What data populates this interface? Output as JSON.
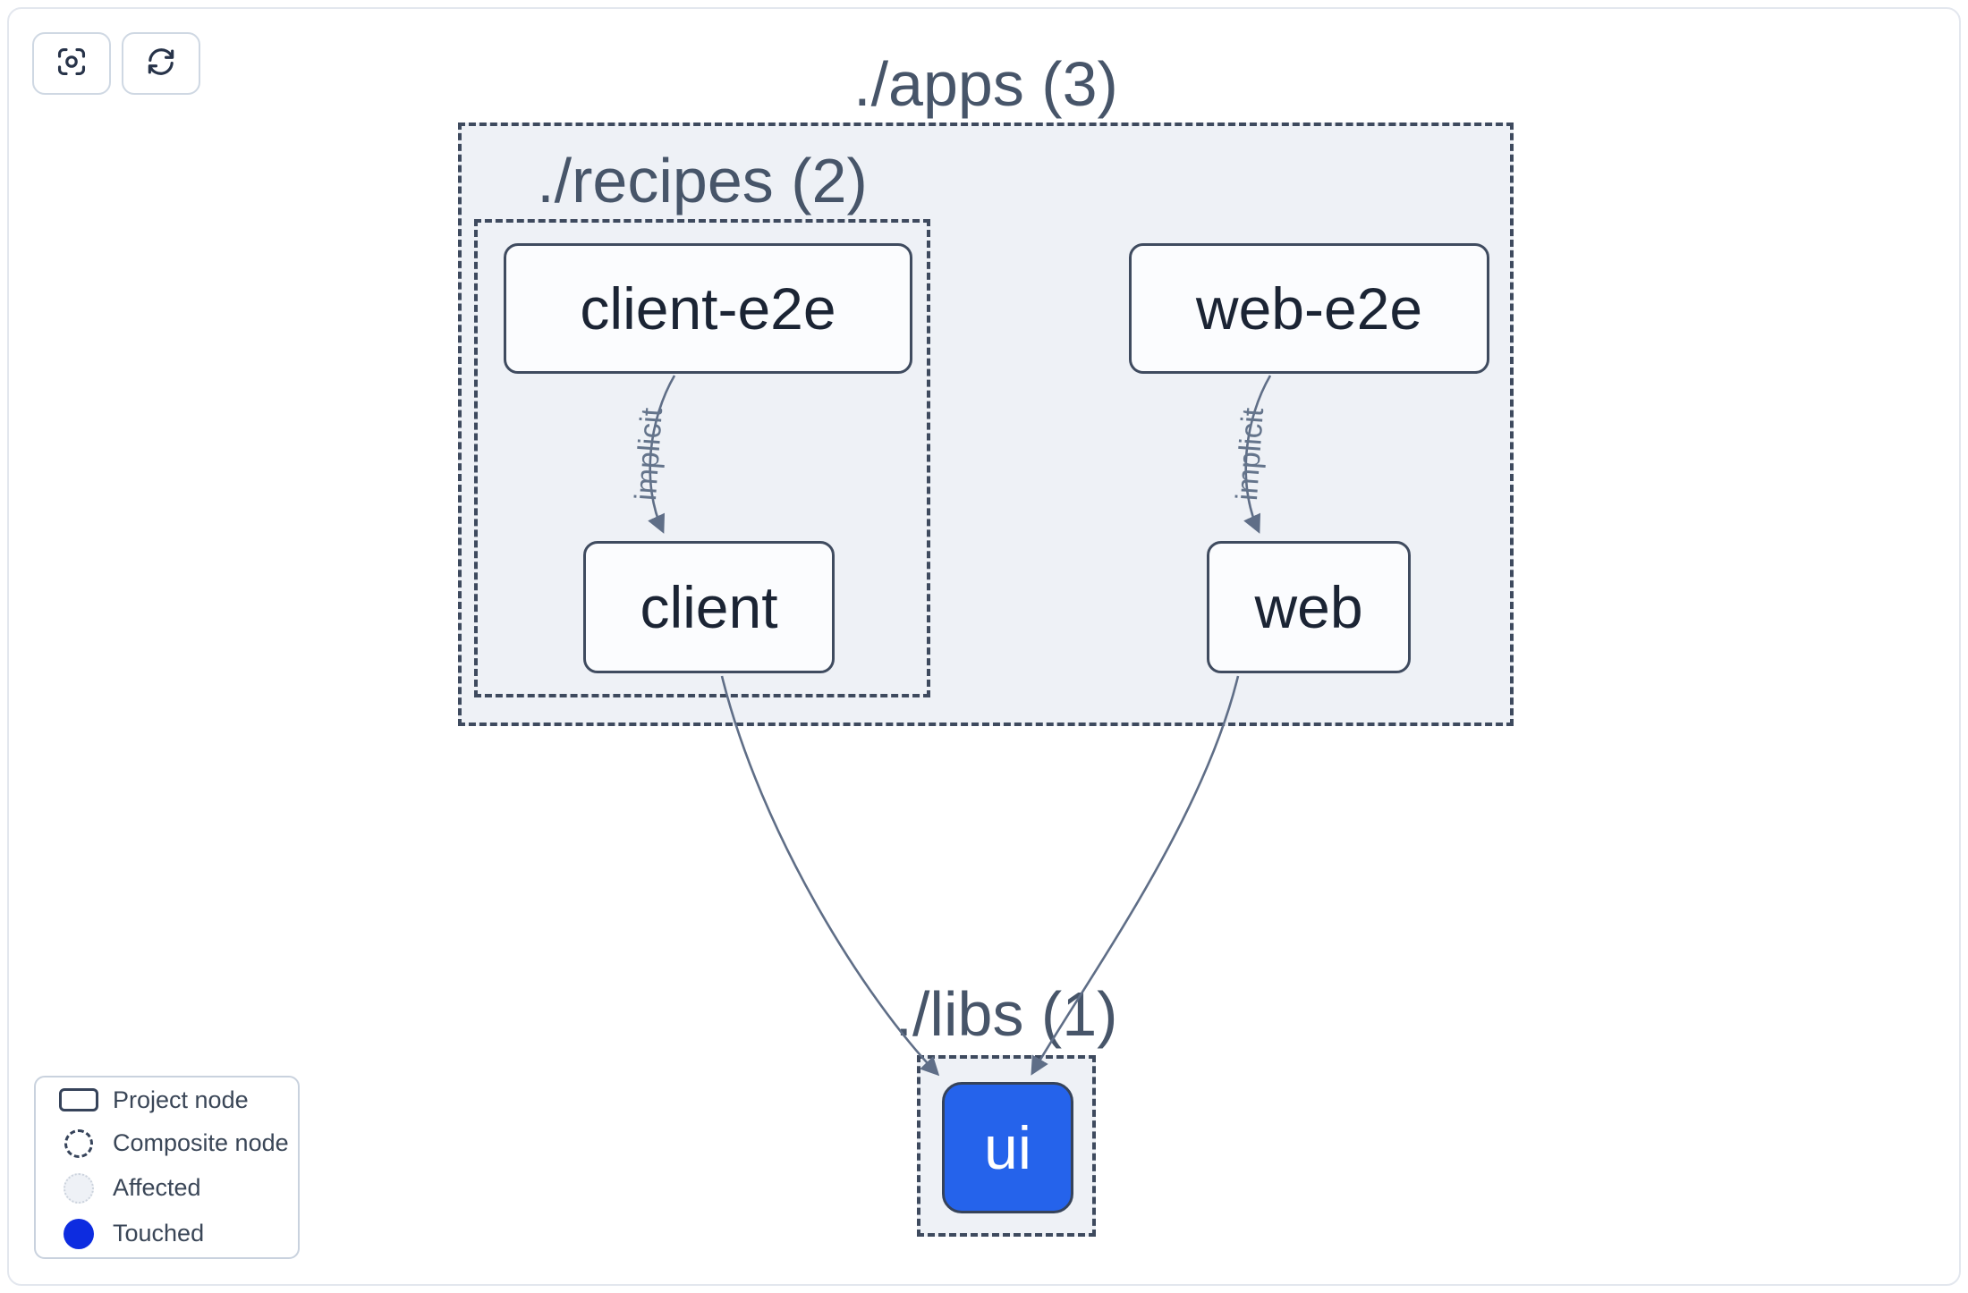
{
  "toolbar": {
    "buttons": [
      {
        "name": "focus",
        "icon": "focus-icon"
      },
      {
        "name": "refresh",
        "icon": "refresh-icon"
      }
    ]
  },
  "graph": {
    "groups": [
      {
        "id": "apps",
        "label": "./apps (3)"
      },
      {
        "id": "recipes",
        "label": "./recipes (2)"
      },
      {
        "id": "libs",
        "label": "./libs (1)"
      }
    ],
    "nodes": [
      {
        "id": "client-e2e",
        "label": "client-e2e",
        "type": "project"
      },
      {
        "id": "web-e2e",
        "label": "web-e2e",
        "type": "project"
      },
      {
        "id": "client",
        "label": "client",
        "type": "project"
      },
      {
        "id": "web",
        "label": "web",
        "type": "project"
      },
      {
        "id": "ui",
        "label": "ui",
        "type": "touched"
      }
    ],
    "edges": [
      {
        "from": "client-e2e",
        "to": "client",
        "label": "implicit"
      },
      {
        "from": "web-e2e",
        "to": "web",
        "label": "implicit"
      },
      {
        "from": "client",
        "to": "ui",
        "label": ""
      },
      {
        "from": "web",
        "to": "ui",
        "label": ""
      }
    ]
  },
  "legend": {
    "items": [
      {
        "label": "Project node",
        "swatch": "project"
      },
      {
        "label": "Composite node",
        "swatch": "composite"
      },
      {
        "label": "Affected",
        "swatch": "affected"
      },
      {
        "label": "Touched",
        "swatch": "touched"
      }
    ]
  },
  "colors": {
    "container_fill": "#eef1f6",
    "dashed_border": "#3e4a5e",
    "node_fill": "#fbfcfe",
    "node_border": "#3f4b5f",
    "node_text": "#1b2434",
    "group_label": "#475569",
    "edge": "#5f6e87",
    "ui_fill": "#2563eb",
    "touched_blue": "#0d2ce0",
    "white": "#ffffff"
  }
}
